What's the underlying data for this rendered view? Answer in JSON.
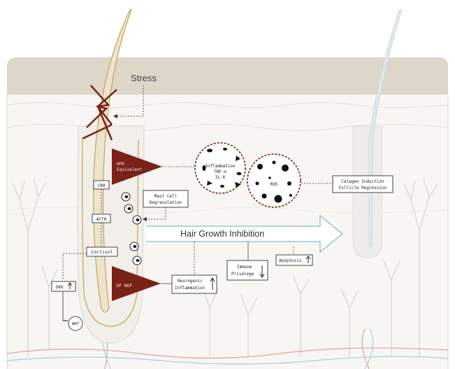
{
  "stress": "Stress",
  "hpa_line1": "HPA",
  "hpa_line2": "Equivalent",
  "crh": "CRH",
  "acth": "ACTH",
  "cortisol": "Cortisol",
  "sp_ngf": "SP NGF",
  "dkk": "DKK",
  "wnt": "WNT",
  "mast_line1": "Mast Cell",
  "mast_line2": "Degranulation",
  "infl_line1": "Inflammation",
  "infl_line2": "TNF-α",
  "infl_line3": "IL-6",
  "ros": "ROS",
  "catagen_line1": "Catagen Induction",
  "catagen_line2": "Follicle Regression",
  "hair_growth": "Hair Growth Inhibition",
  "neuro_line1": "Neurogenic",
  "neuro_line2": "Inflammation",
  "immune_line1": "Immune",
  "immune_line2": "Privelege",
  "apoptosis": "Apoptosis",
  "colors": {
    "skin_top": "#ddd6c9",
    "dark_red": "#7a2118",
    "hair_gold": "#c9a24a",
    "accent_blue": "#9fc4cf",
    "line": "#444444"
  }
}
